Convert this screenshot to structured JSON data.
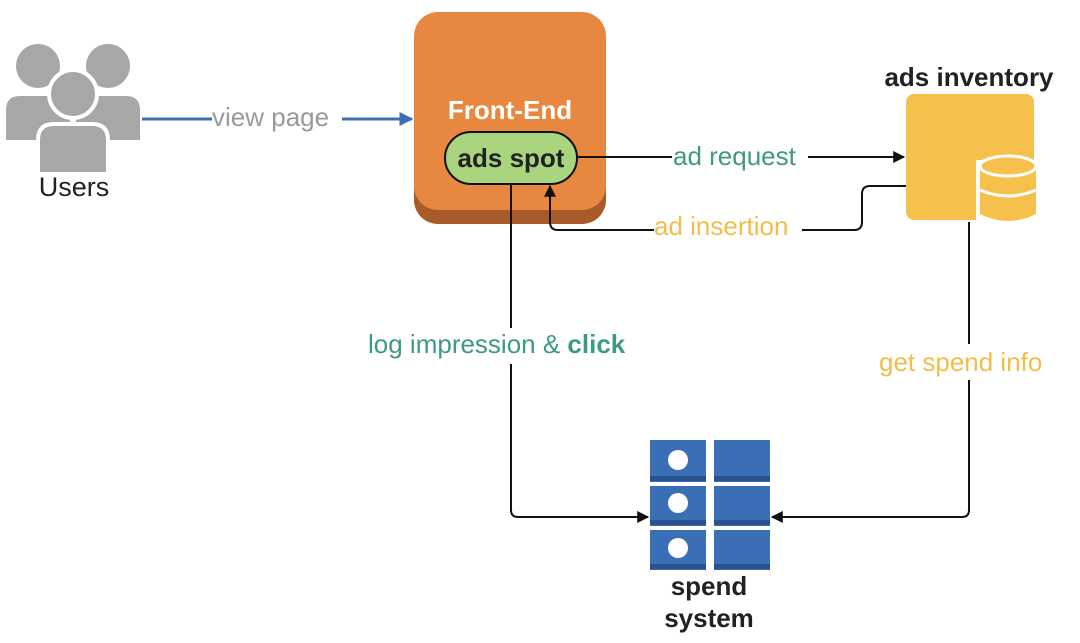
{
  "nodes": {
    "users": {
      "label": "Users"
    },
    "front_end": {
      "label": "Front-End"
    },
    "ads_spot": {
      "label": "ads spot"
    },
    "ads_inventory": {
      "label": "ads inventory"
    },
    "spend_system": {
      "label_line1": "spend",
      "label_line2": "system"
    }
  },
  "edges": {
    "view_page": {
      "label": "view page"
    },
    "ad_request": {
      "label": "ad request"
    },
    "ad_insertion": {
      "label": "ad insertion"
    },
    "log_impression": {
      "label": "log impression & ",
      "label_bold": "click"
    },
    "get_spend_info": {
      "label": "get spend info"
    }
  },
  "colors": {
    "front_end_box": "#e8873f",
    "ads_spot_pill": "#a8d57e",
    "inventory": "#f5c04c",
    "spend_system": "#3a6fb5",
    "users_icon": "#a7a7a7",
    "arrow_blue": "#3a6fb5",
    "arrow_black": "#111111",
    "text_teal": "#3e9a82",
    "text_gold": "#f2bd4a"
  },
  "icons": {
    "users": "people-group-icon",
    "inventory": "database-icon",
    "spend": "server-grid-icon"
  }
}
